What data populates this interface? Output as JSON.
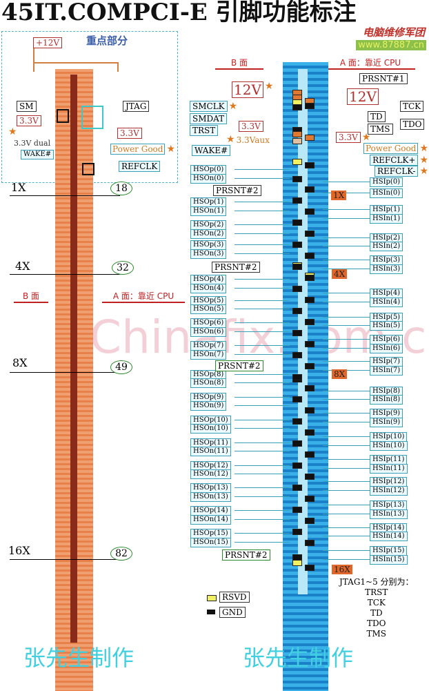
{
  "title": "45IT.COMPCI-E 引脚功能标注",
  "brand": {
    "name": "电脑维修军团",
    "url": "www.87887.cn"
  },
  "watermark": "Chinafix.com.cn",
  "author": "张先生制作",
  "left": {
    "focus_title": "重点部分",
    "v12": "+12V",
    "sm": "SM",
    "jtag": "JTAG",
    "v33a": "3.3V",
    "v33b": "3.3V",
    "v33dual": "3.3V dual",
    "wake": "WAKE#",
    "pgood": "Power Good",
    "refclk": "REFCLK",
    "side_b": "B 面",
    "side_a": "A 面：靠近 CPU",
    "markers": [
      {
        "lane": "1X",
        "pin": "18"
      },
      {
        "lane": "4X",
        "pin": "32"
      },
      {
        "lane": "8X",
        "pin": "49"
      },
      {
        "lane": "16X",
        "pin": "82"
      }
    ]
  },
  "right": {
    "side_b": "B 面",
    "side_a": "A 面：靠近 CPU",
    "prsnt1": "PRSNT#1",
    "v12": "12V",
    "smclk": "SMCLK",
    "smdat": "SMDAT",
    "trst": "TRST",
    "v33": "3.3V",
    "v33aux": "3.3Vaux",
    "wake": "WAKE#",
    "tck": "TCK",
    "td": "TD",
    "tdo": "TDO",
    "tms": "TMS",
    "pgood": "Power Good",
    "refclkp": "REFCLK+",
    "refclkn": "REFCLK-",
    "prsnt2": "PRSNT#2",
    "lanes": [
      "1X",
      "4X",
      "8X",
      "16X"
    ],
    "legend": {
      "rsvd": "RSVD",
      "gnd": "GND",
      "rsvd_color": "#f0f060",
      "gnd_color": "#111111"
    },
    "jtag_note": {
      "title": "JTAG1~5 分别为：",
      "items": [
        "TRST",
        "TCK",
        "TD",
        "TDO",
        "TMS"
      ]
    },
    "hso": [
      "HSOp(0)",
      "HSOn(0)",
      "HSOp(1)",
      "HSOn(1)",
      "HSOp(2)",
      "HSOn(2)",
      "HSOp(3)",
      "HSOn(3)",
      "HSOp(4)",
      "HSOn(4)",
      "HSOp(5)",
      "HSOn(5)",
      "HSOp(6)",
      "HSOn(6)",
      "HSOp(7)",
      "HSOn(7)",
      "HSOp(8)",
      "HSOn(8)",
      "HSOp(9)",
      "HSOn(9)",
      "HSOp(10)",
      "HSOn(10)",
      "HSOp(11)",
      "HSOn(11)",
      "HSOp(12)",
      "HSOn(12)",
      "HSOp(13)",
      "HSOn(13)",
      "HSOp(14)",
      "HSOn(14)",
      "HSOp(15)",
      "HSOn(15)"
    ],
    "hsi": [
      "HSIp(0)",
      "HSIn(0)",
      "HSIp(1)",
      "HSIn(1)",
      "HSIp(2)",
      "HSIn(2)",
      "HSIp(3)",
      "HSIn(3)",
      "HSIp(4)",
      "HSIn(4)",
      "HSIp(5)",
      "HSIn(5)",
      "HSIp(6)",
      "HSIn(6)",
      "HSIp(7)",
      "HSIn(7)",
      "HSIp(8)",
      "HSIn(8)",
      "HSIp(9)",
      "HSIn(9)",
      "HSIp(10)",
      "HSIn(10)",
      "HSIp(11)",
      "HSIn(11)",
      "HSIp(12)",
      "HSIn(12)",
      "HSIp(13)",
      "HSIn(13)",
      "HSIp(14)",
      "HSIn(14)",
      "HSIp(15)",
      "HSIn(15)"
    ]
  }
}
